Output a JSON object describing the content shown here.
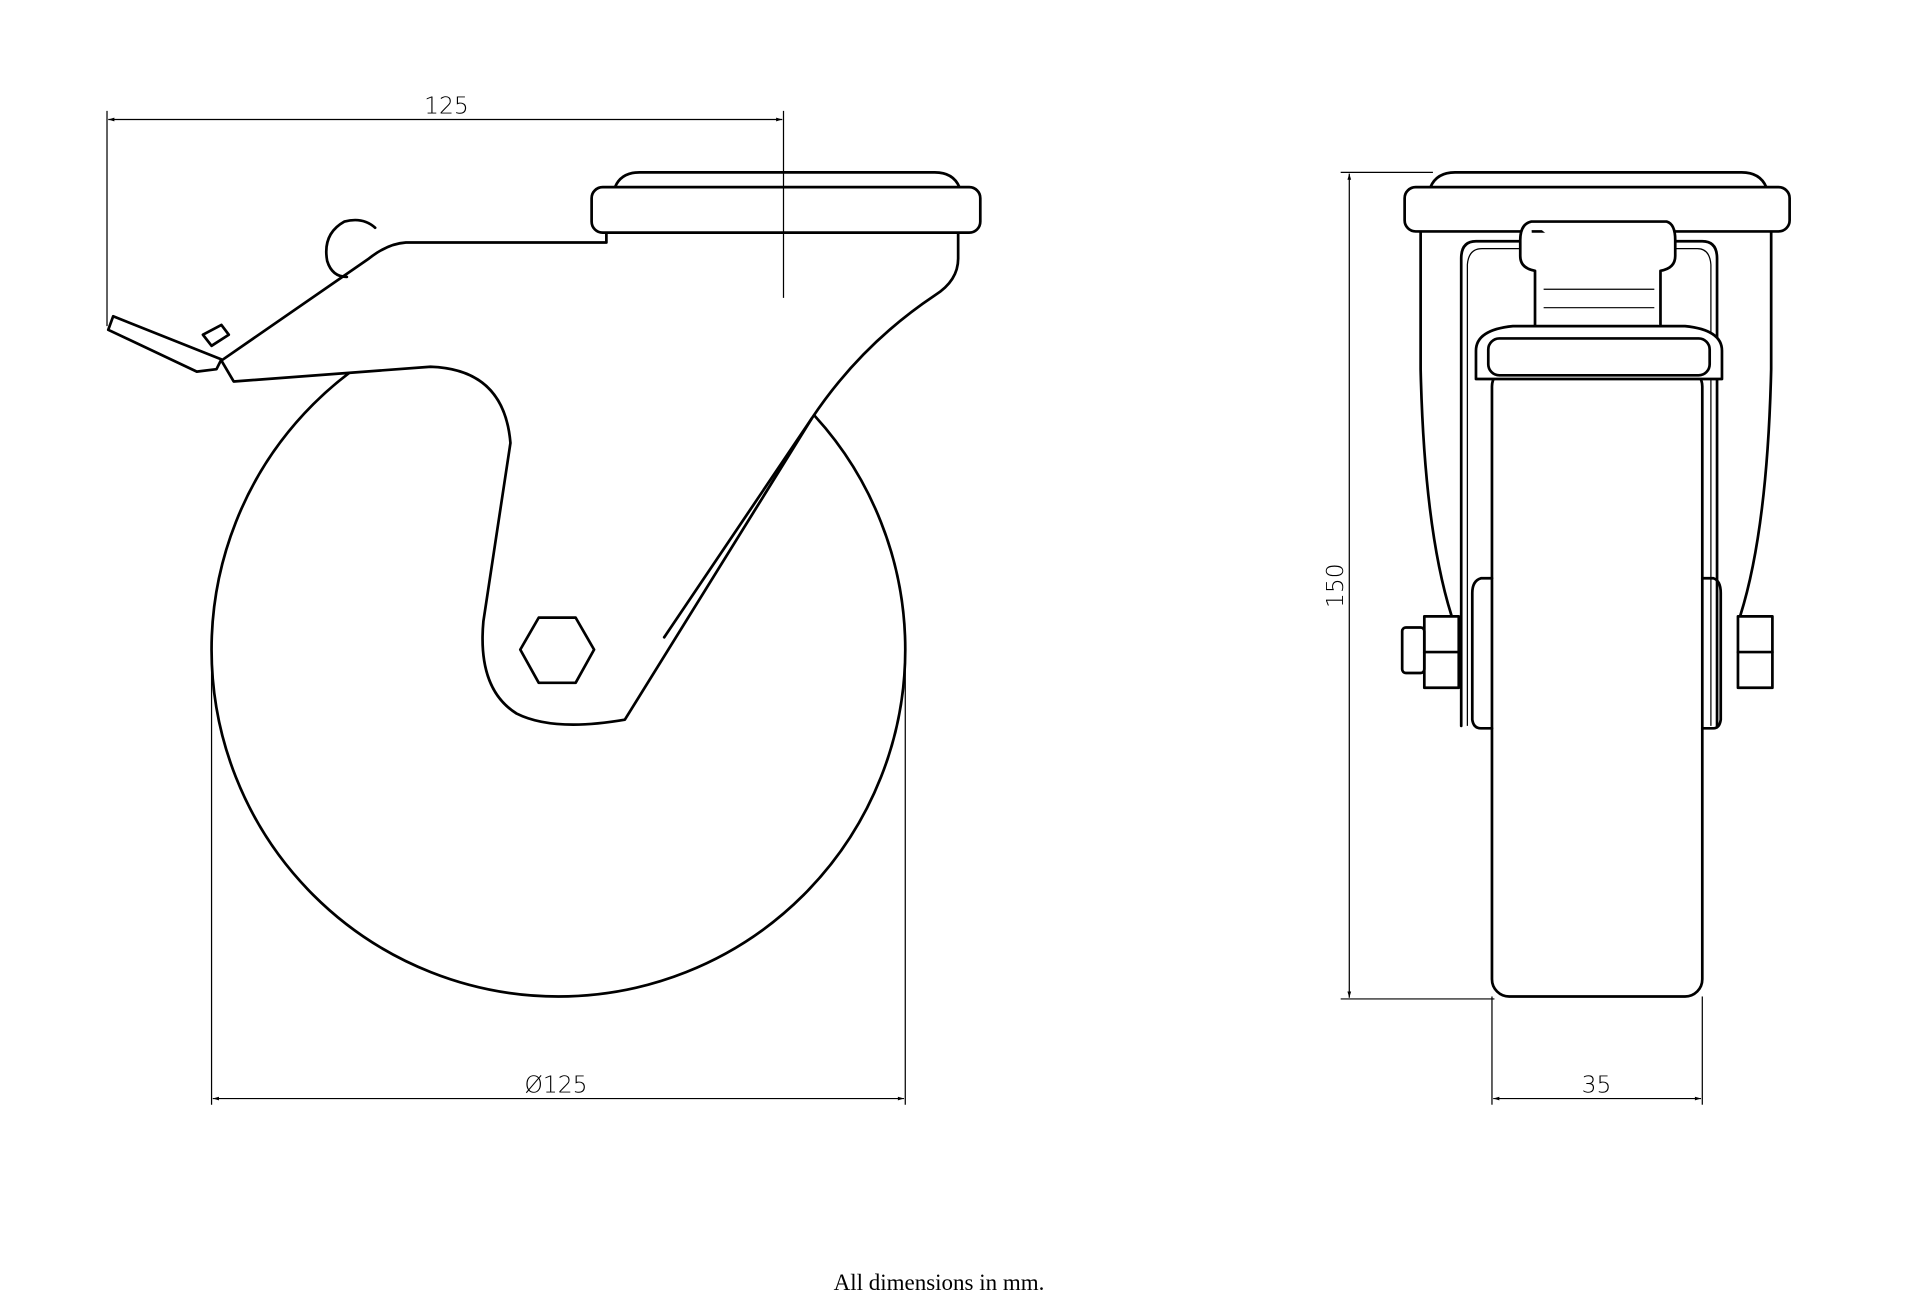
{
  "drawing": {
    "title": "Swivel castor with brake",
    "dimensions": {
      "swivel_offset": "125",
      "wheel_diameter": "Ø125",
      "overall_height": "150",
      "wheel_width": "35"
    },
    "units_note": "All dimensions in mm.",
    "line_color": "#000000",
    "background": "#ffffff"
  }
}
